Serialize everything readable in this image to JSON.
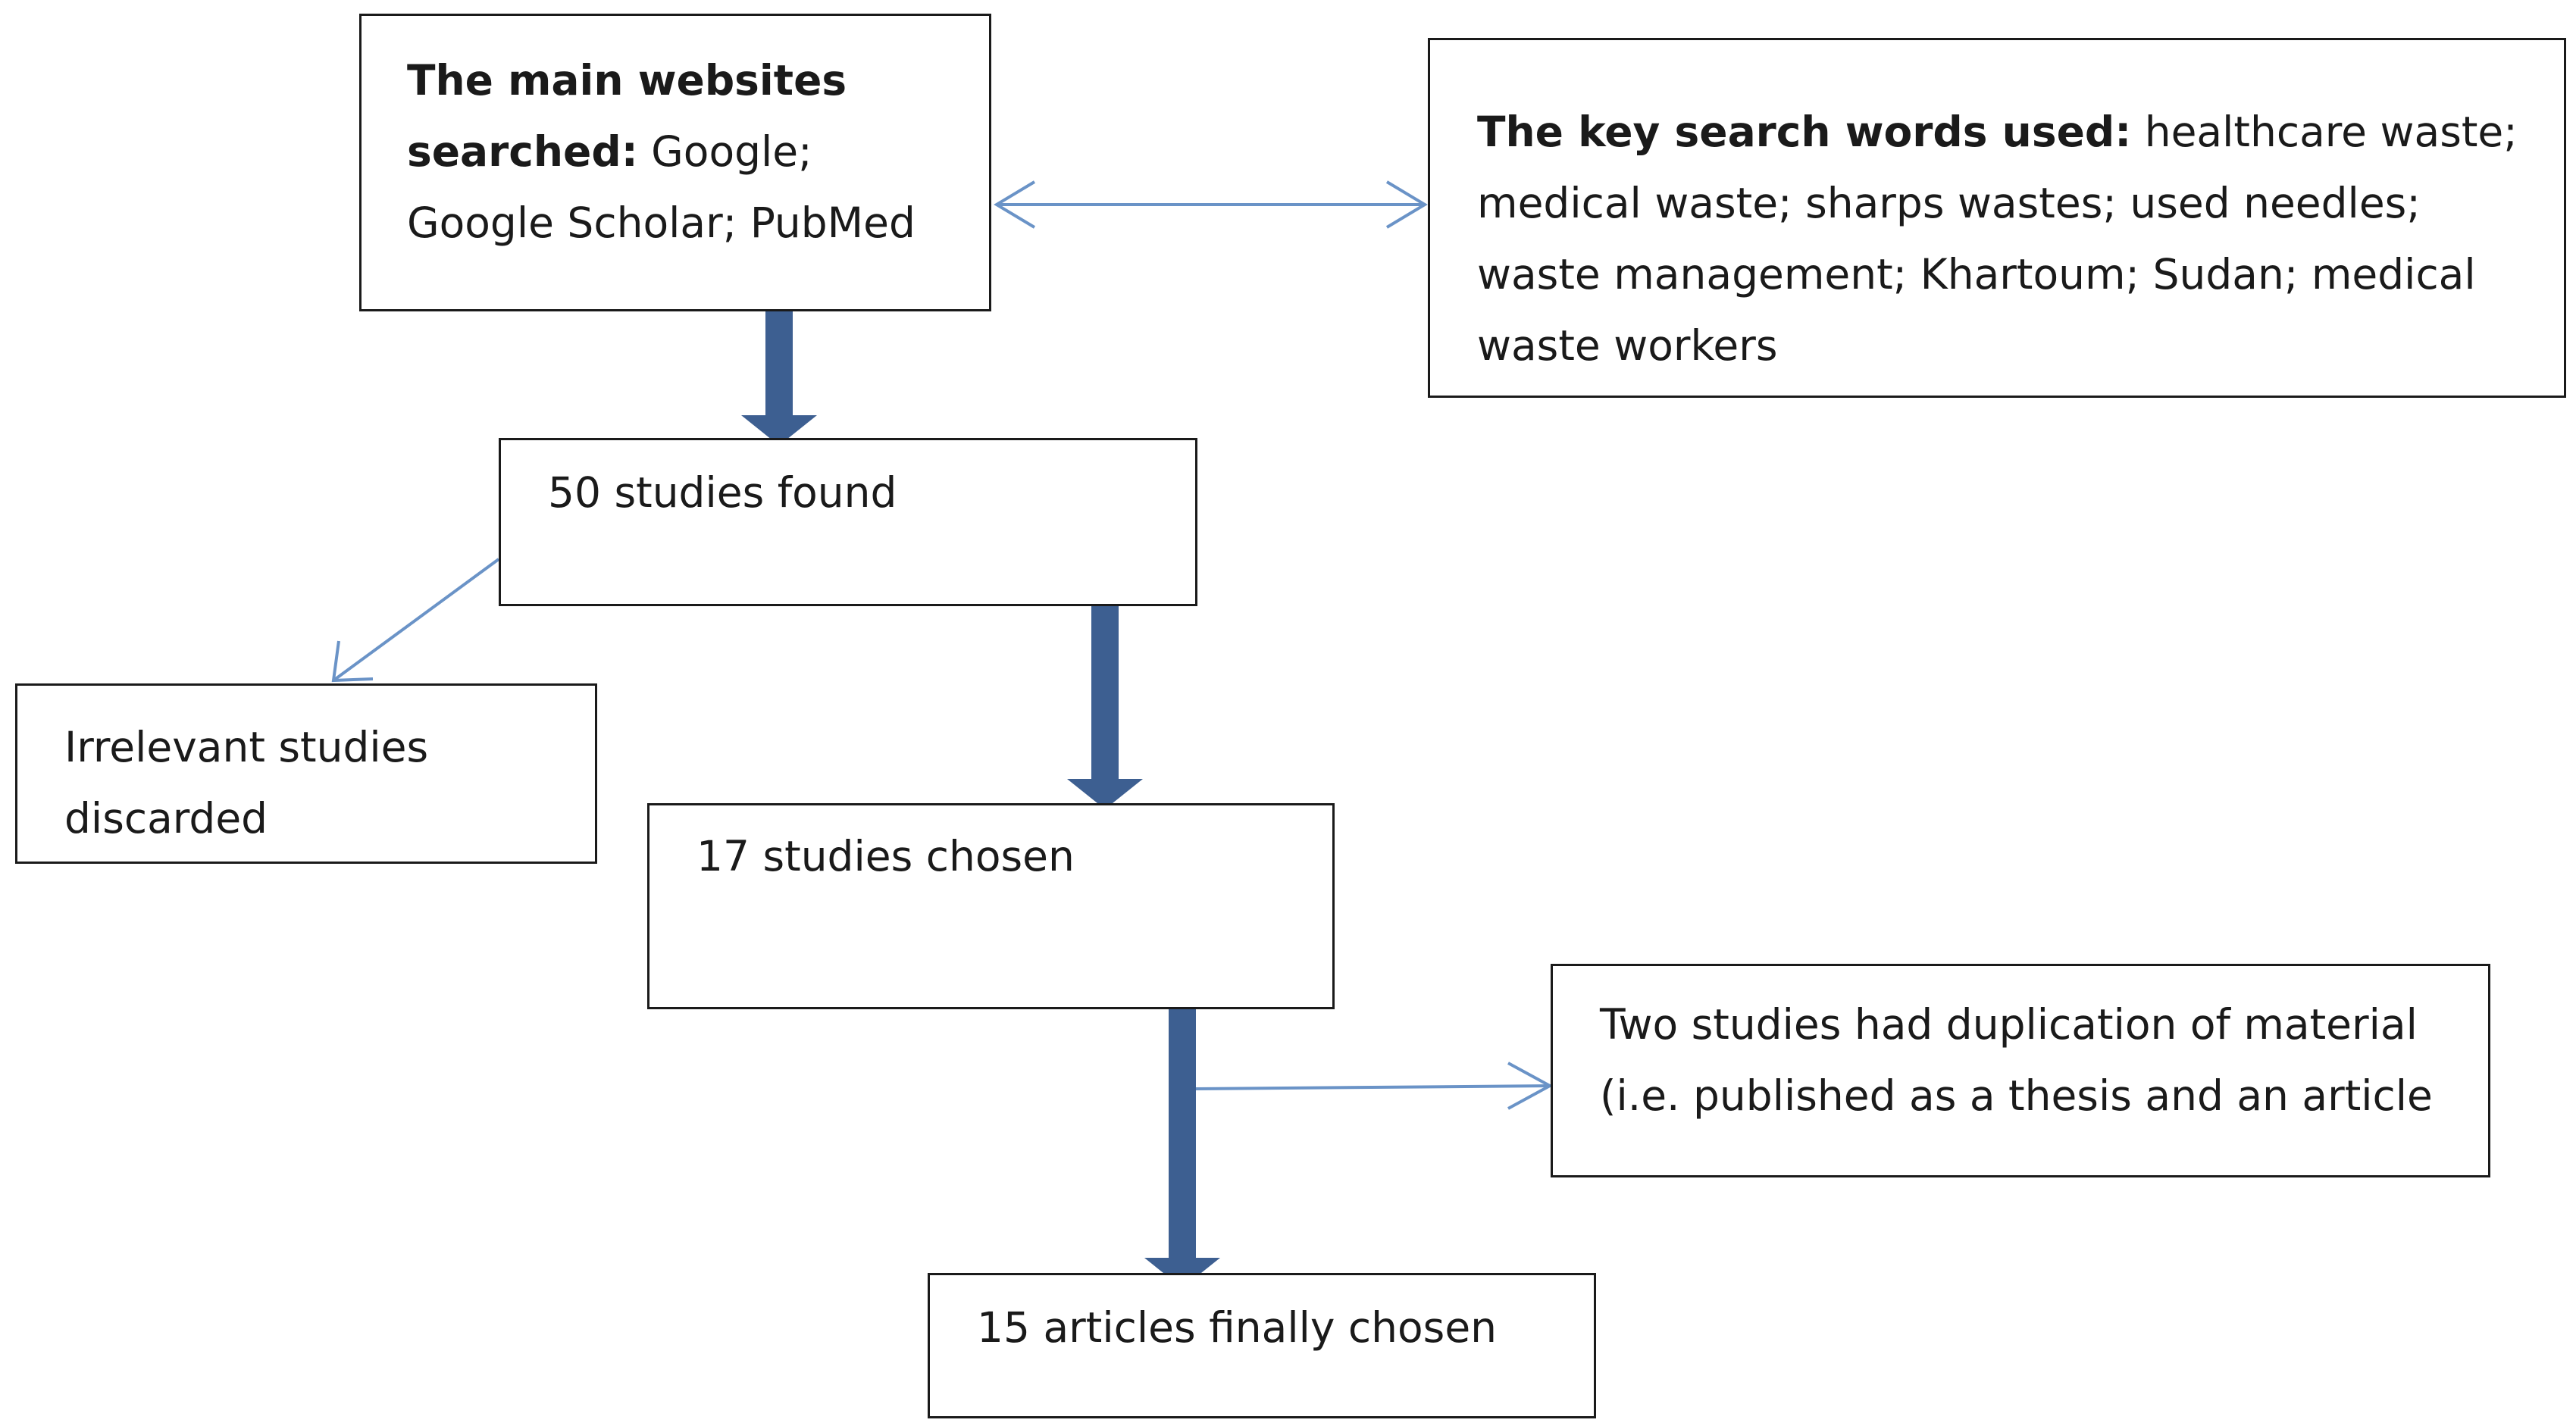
{
  "boxes": {
    "websites": {
      "bold_line1": "The main websites",
      "bold_line2": "searched:",
      "line2_rest": " Google;",
      "line3": "Google Scholar; PubMed"
    },
    "keywords": {
      "bold": "The key search words used:",
      "line1_rest": " healthcare waste;",
      "line2": "medical waste; sharps wastes; used needles;",
      "line3": "waste management; Khartoum; Sudan; medical",
      "line4": "waste workers"
    },
    "found": {
      "line1": "50 studies found"
    },
    "irrelevant": {
      "line1": "Irrelevant studies",
      "line2": "discarded"
    },
    "chosen": {
      "line1": "17 studies chosen"
    },
    "duplication": {
      "line1": "Two studies had duplication of material",
      "line2": "(i.e. published as a thesis and an article"
    },
    "final": {
      "line1": "15 articles  finally chosen"
    }
  },
  "colors": {
    "thick_arrow": "#3d5f91",
    "thin_arrow": "#6a93c7",
    "box_border": "#1a1a1a"
  }
}
